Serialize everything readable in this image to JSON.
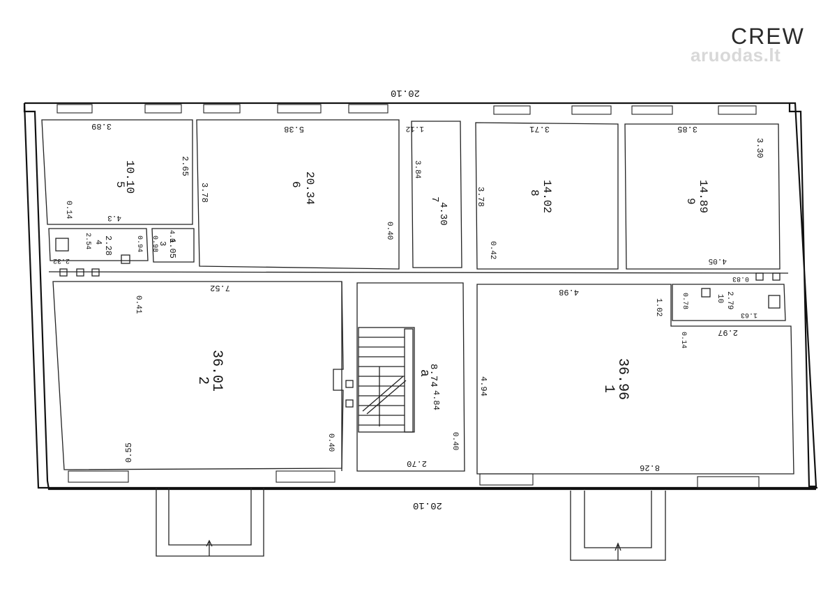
{
  "brand": {
    "logo": "CREW",
    "site": "aruodas.lt"
  },
  "outer_dims": {
    "top": "20.10",
    "bottom": "20.10"
  },
  "rooms": [
    {
      "id": "5",
      "area": "10.10"
    },
    {
      "id": "6",
      "area": "20.34"
    },
    {
      "id": "7",
      "area": "4.30"
    },
    {
      "id": "8",
      "area": "14.02"
    },
    {
      "id": "9",
      "area": "14.89"
    },
    {
      "id": "4",
      "area": "2.28"
    },
    {
      "id": "3",
      "area": "1.05"
    },
    {
      "id": "2",
      "area": "36.01"
    },
    {
      "id": "a",
      "area": "8.74"
    },
    {
      "id": "1",
      "area": "36.96"
    },
    {
      "id": "10",
      "area": "2.79"
    }
  ],
  "dimensions": [
    "3.89",
    "2.65",
    "0.14",
    "4.3",
    "3.78",
    "5.38",
    "0.40",
    "1.12",
    "3.84",
    "3.78",
    "0.42",
    "3.71",
    "3.85",
    "3.30",
    "4.05",
    "2.54",
    "0.94",
    "0.98",
    "2.32",
    "4.0",
    "0.41",
    "7.52",
    "4.94",
    "4.84",
    "0.40",
    "2.70",
    "0.55",
    "0.40",
    "4.98",
    "1.02",
    "0.78",
    "0.83",
    "1.63",
    "0.14",
    "2.97",
    "8.26"
  ]
}
